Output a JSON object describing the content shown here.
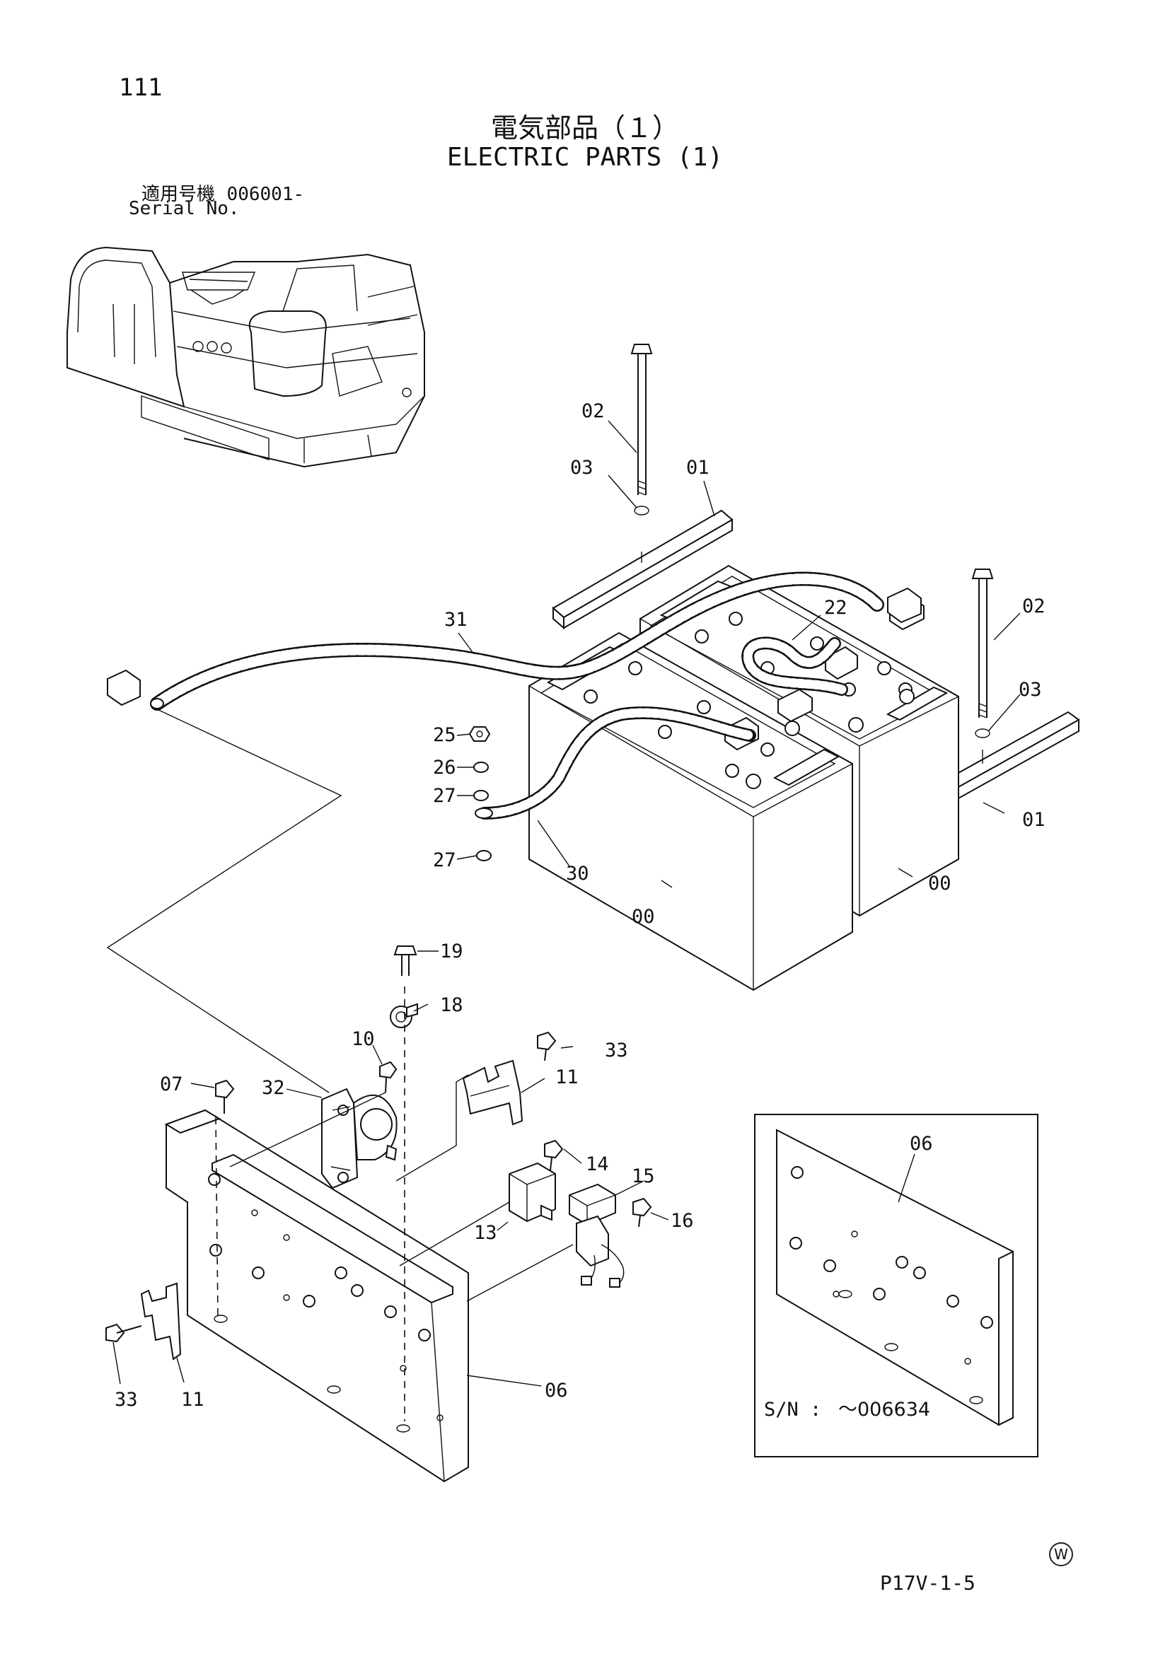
{
  "page": {
    "number": "111",
    "title_jp": "電気部品（１）",
    "title_en": "ELECTRIC PARTS (1)",
    "serial_label_jp": "適用号機",
    "serial_value": "006001-",
    "serial_label_en": "Serial No.",
    "doc_code": "P17V-1-5",
    "corner_mark": "W"
  },
  "callouts": [
    "02",
    "03",
    "01",
    "31",
    "22",
    "02",
    "03",
    "25",
    "26",
    "27",
    "27",
    "30",
    "00",
    "00",
    "01",
    "19",
    "18",
    "10",
    "33",
    "07",
    "32",
    "11",
    "14",
    "15",
    "13",
    "16",
    "33",
    "11",
    "06"
  ],
  "inset": {
    "callout": "06",
    "serial_label": "S/N :",
    "serial_value": "～006634"
  }
}
